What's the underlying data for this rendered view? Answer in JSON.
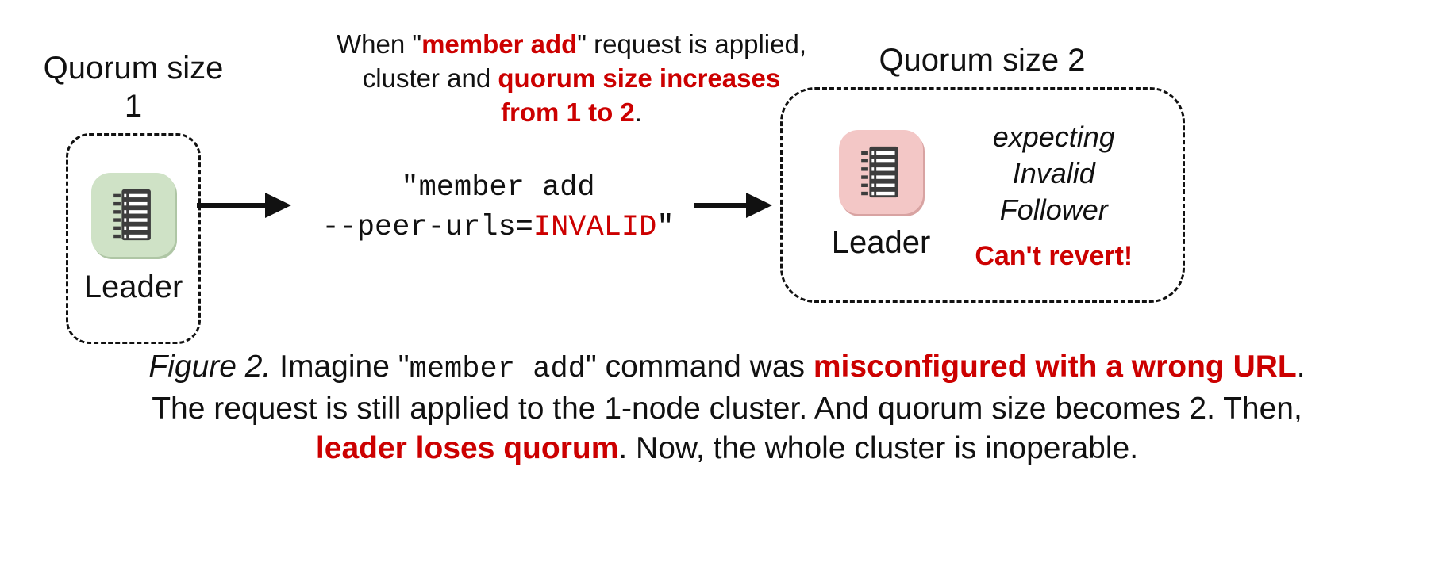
{
  "colors": {
    "accent_red": "#cc0000",
    "node_green": "#cfe2c6",
    "node_pink": "#f3c7c6",
    "glyph_dark": "#3d3d3d"
  },
  "left_cluster": {
    "title": "Quorum size 1",
    "node_label": "Leader"
  },
  "right_cluster": {
    "title": "Quorum size 2",
    "node_label": "Leader",
    "expecting_note": "expecting\nInvalid\nFollower",
    "cant_revert": "Can't revert!"
  },
  "annotation": {
    "segments": [
      {
        "text": "When \"",
        "style": ""
      },
      {
        "text": "member add",
        "style": "red-bold"
      },
      {
        "text": "\" request is applied,\ncluster and ",
        "style": ""
      },
      {
        "text": "quorum size increases\nfrom 1 to 2",
        "style": "red-bold"
      },
      {
        "text": ".",
        "style": ""
      }
    ]
  },
  "command": {
    "segments": [
      {
        "text": "\"member add\n--peer-urls=",
        "style": ""
      },
      {
        "text": "INVALID",
        "style": "red"
      },
      {
        "text": "\"",
        "style": ""
      }
    ]
  },
  "caption": {
    "segments": [
      {
        "text": "Figure 2.",
        "style": "italic"
      },
      {
        "text": " Imagine \"",
        "style": ""
      },
      {
        "text": "member add",
        "style": "mono-cap"
      },
      {
        "text": "\" command was ",
        "style": ""
      },
      {
        "text": "misconfigured with a wrong URL",
        "style": "red-bold"
      },
      {
        "text": ".\nThe request is still applied to the 1-node cluster. And quorum size becomes 2. Then,\n",
        "style": ""
      },
      {
        "text": "leader loses quorum",
        "style": "red-bold"
      },
      {
        "text": ". Now, the whole cluster is inoperable.",
        "style": ""
      }
    ]
  }
}
